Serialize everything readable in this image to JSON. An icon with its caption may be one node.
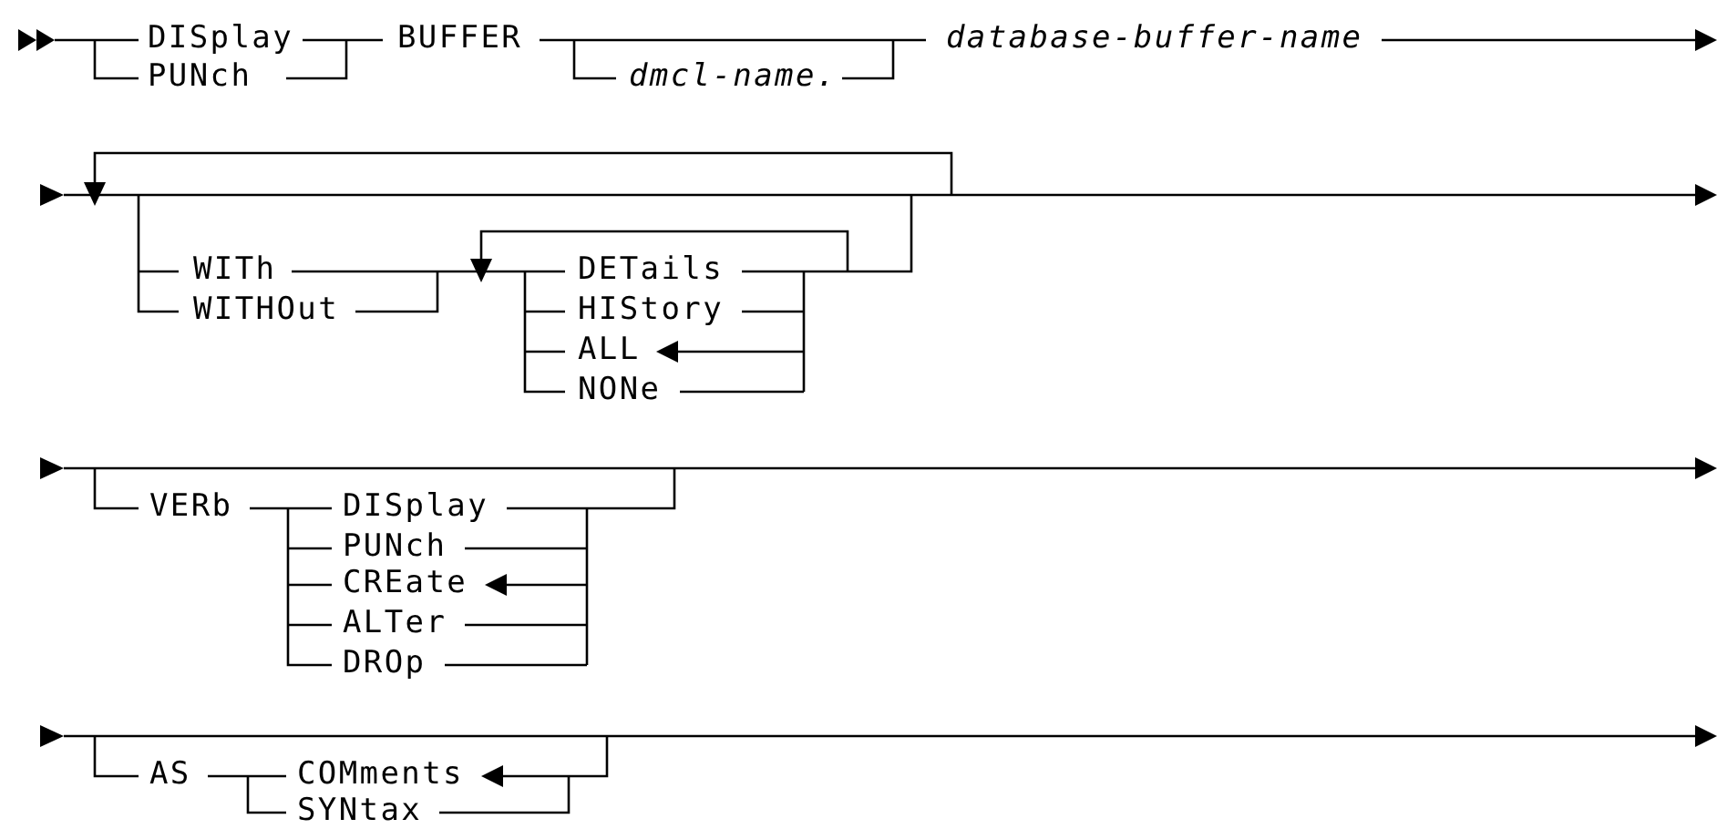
{
  "diagram": {
    "labels": [
      "DISplay",
      "BUFFER",
      "database-buffer-name",
      "PUNch",
      "dmcl-name.",
      "WITh",
      "DETails",
      "WITHOut",
      "HIStory",
      "ALL",
      "NONe",
      "VERb",
      "DISplay",
      "PUNch",
      "CREate",
      "ALTer",
      "DROp",
      "AS",
      "COMments",
      "SYNtax"
    ]
  }
}
